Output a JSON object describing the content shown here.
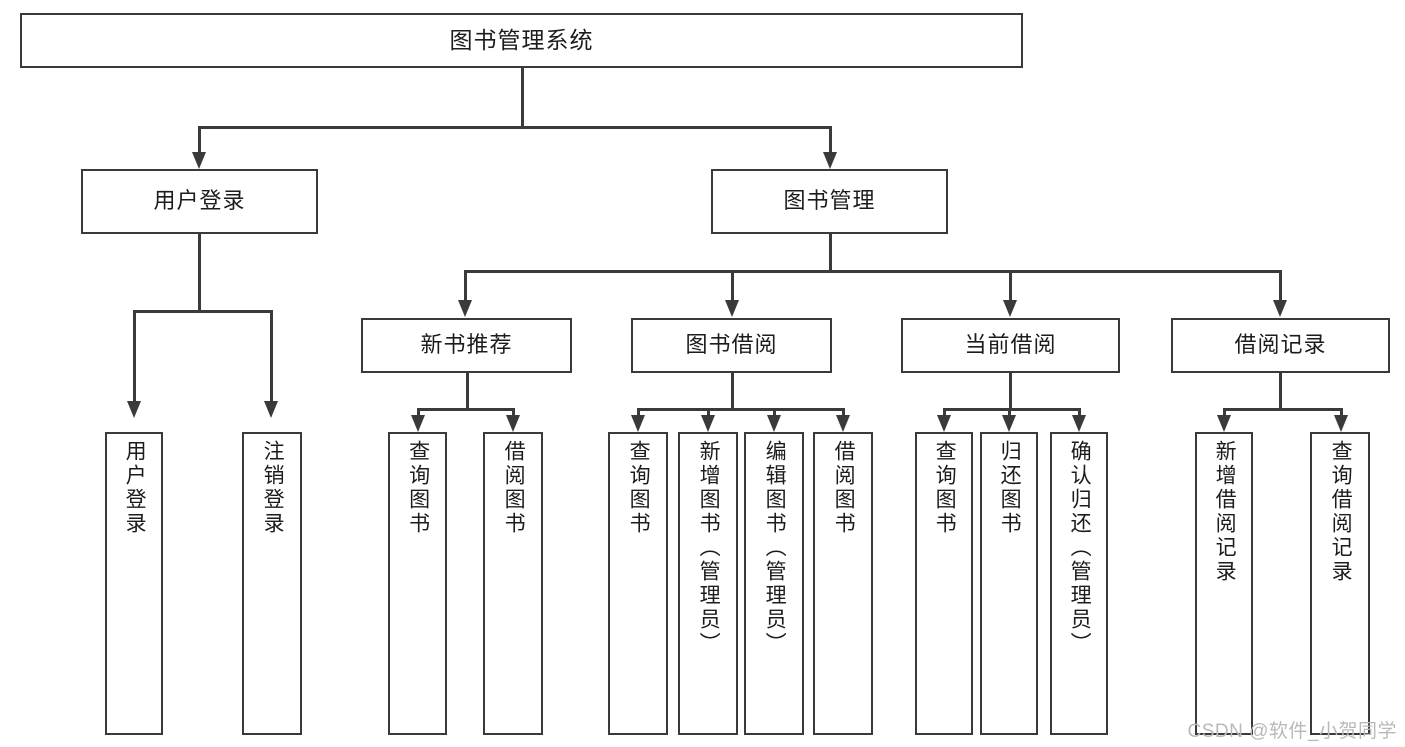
{
  "diagram": {
    "title": "图书管理系统",
    "type": "functional-structure-tree",
    "root": {
      "label": "图书管理系统"
    },
    "level2": [
      {
        "label": "用户登录"
      },
      {
        "label": "图书管理"
      }
    ],
    "level3": [
      {
        "label": "新书推荐"
      },
      {
        "label": "图书借阅"
      },
      {
        "label": "当前借阅"
      },
      {
        "label": "借阅记录"
      }
    ],
    "leaves": {
      "user_login": [
        {
          "label": "用户登录"
        },
        {
          "label": "注销登录"
        }
      ],
      "new_book_recommend": [
        {
          "label": "查询图书"
        },
        {
          "label": "借阅图书"
        }
      ],
      "book_borrow": [
        {
          "label": "查询图书"
        },
        {
          "label": "新增图书（管理员）"
        },
        {
          "label": "编辑图书（管理员）"
        },
        {
          "label": "借阅图书"
        }
      ],
      "current_borrow": [
        {
          "label": "查询图书"
        },
        {
          "label": "归还图书"
        },
        {
          "label": "确认归还（管理员）"
        }
      ],
      "borrow_record": [
        {
          "label": "新增借阅记录"
        },
        {
          "label": "查询借阅记录"
        }
      ]
    }
  },
  "watermark": {
    "text": "CSDN @软件_小贺同学"
  },
  "colors": {
    "stroke": "#3a3a3a",
    "text": "#1c1c1c",
    "background": "#ffffff",
    "watermark": "#b9b9b9"
  }
}
